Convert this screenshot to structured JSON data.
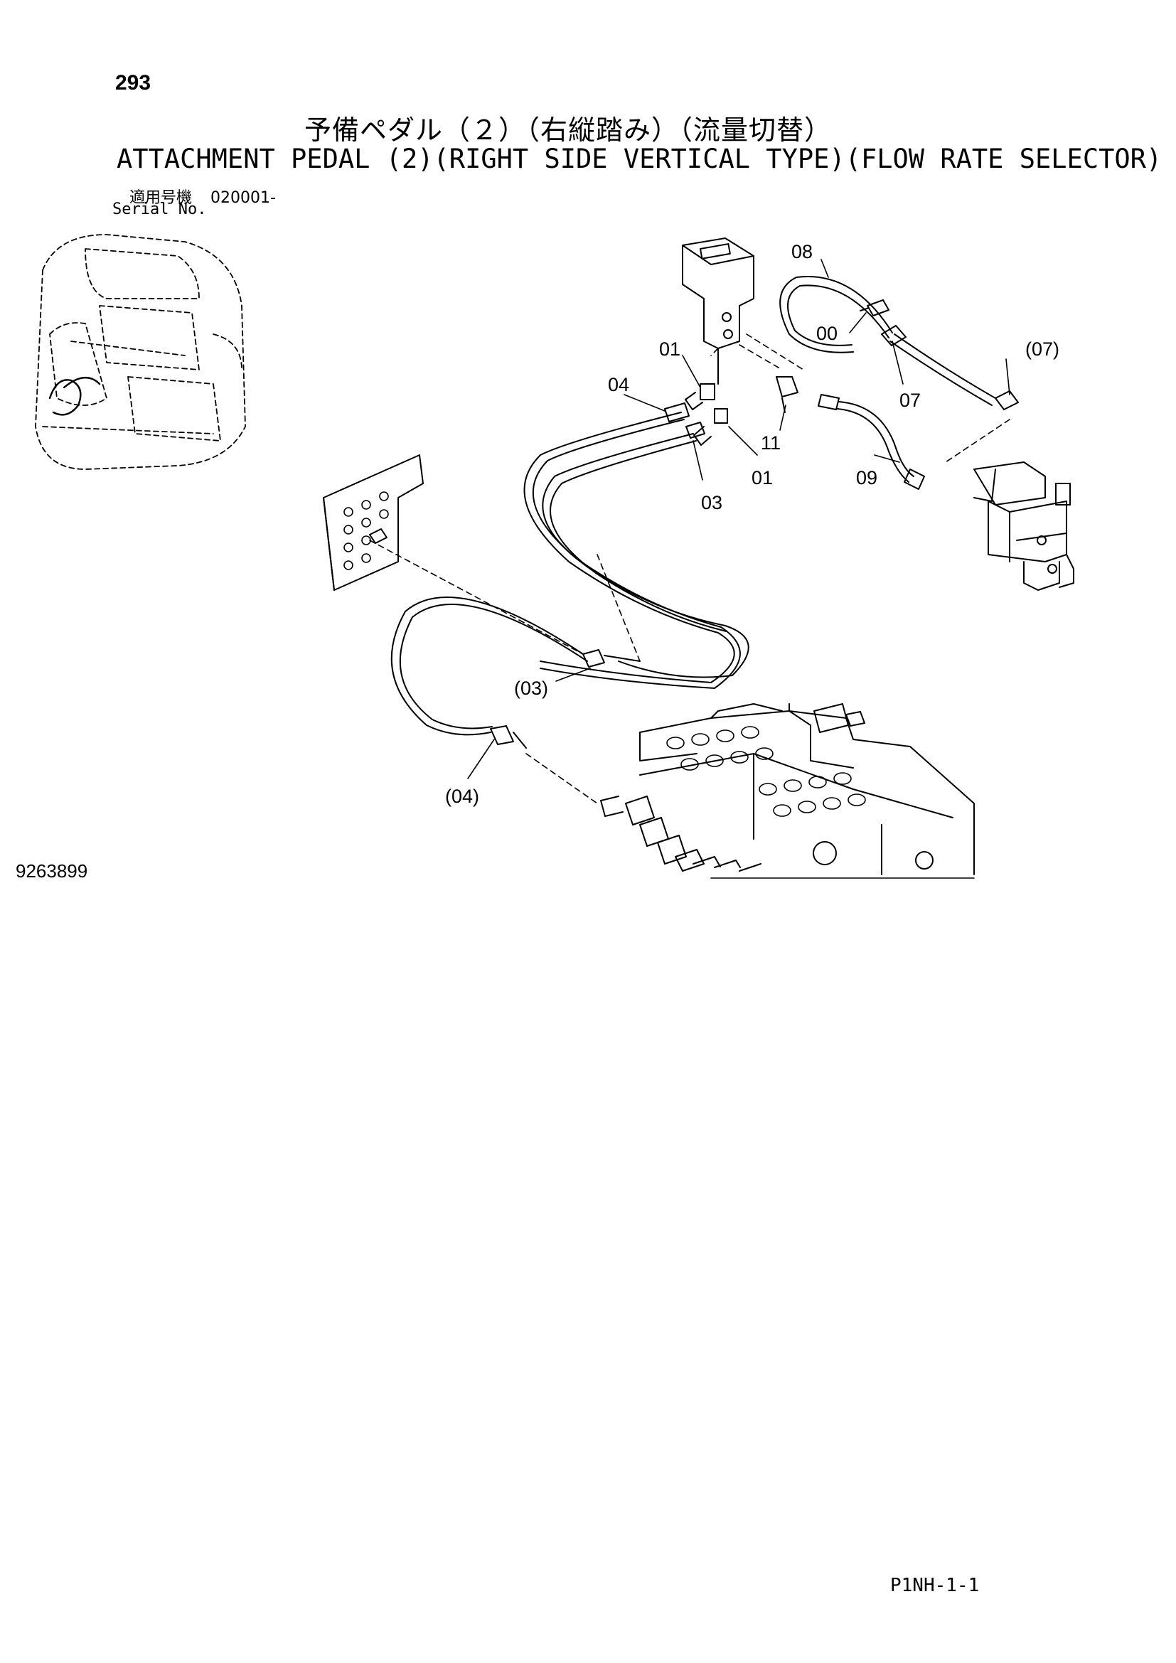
{
  "page": {
    "number": "293",
    "title_ja": "予備ペダル（２）（右縦踏み）（流量切替）",
    "title_en": "ATTACHMENT PEDAL (2)(RIGHT SIDE VERTICAL TYPE)(FLOW RATE SELECTOR)",
    "serial_label_ja": "適用号機",
    "serial_value": "020001-",
    "serial_label_en": "Serial No.",
    "drawing_number": "9263899",
    "page_code": "P1NH-1-1"
  },
  "diagram": {
    "callouts": {
      "c08": "08",
      "c00": "00",
      "c07p": "(07)",
      "c01a": "01",
      "c04": "04",
      "c07": "07",
      "c11": "11",
      "c01b": "01",
      "c09": "09",
      "c03": "03",
      "c03p": "(03)",
      "c04p": "(04)"
    }
  }
}
